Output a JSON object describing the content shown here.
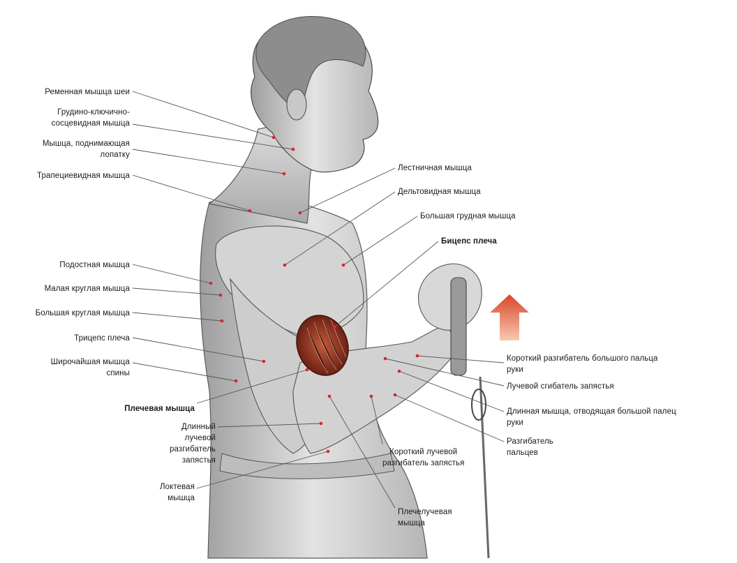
{
  "labels": {
    "splenius": [
      "Ременная мышца шеи"
    ],
    "sternocleidomastoid": [
      "Грудино-ключично-",
      "сосцевидная мышца"
    ],
    "levator_scapulae": [
      "Мышца, поднимающая",
      "лопатку"
    ],
    "trapezius": [
      "Трапециевидная мышца"
    ],
    "infraspinatus": [
      "Подостная мышца"
    ],
    "teres_minor": [
      "Малая круглая мышца"
    ],
    "teres_major": [
      "Большая круглая мышца"
    ],
    "triceps": [
      "Трицепс плеча"
    ],
    "latissimus": [
      "Широчайшая мышца",
      "спины"
    ],
    "brachialis": [
      "Плечевая мышца"
    ],
    "ext_carpi_radialis_longus": [
      "Длинный",
      "лучевой",
      "разгибатель",
      "запястья"
    ],
    "anconeus": [
      "Локтевая",
      "мышца"
    ],
    "scalene": [
      "Лестничная мышца"
    ],
    "deltoid": [
      "Дельтовидная мышца"
    ],
    "pectoralis_major": [
      "Большая грудная мышца"
    ],
    "biceps": [
      "Бицепс плеча"
    ],
    "ext_pollicis_brevis": [
      "Короткий разгибатель большого пальца",
      "руки"
    ],
    "flexor_carpi_radialis": [
      "Лучевой сгибатель запястья"
    ],
    "abductor_pollicis_longus": [
      "Длинная мышца, отводящая большой палец",
      "руки"
    ],
    "ext_digitorum": [
      "Разгибатель",
      "пальцев"
    ],
    "ext_carpi_radialis_brevis": [
      "Короткий лучевой",
      "разгибатель запястья"
    ],
    "brachioradialis": [
      "Плечелучевая",
      "мышца"
    ]
  },
  "colors": {
    "leader_line": "#555555",
    "marker_dot": "#d8232a",
    "arrow": "#e0603a",
    "figure_shade": "#c9c9c9",
    "biceps": "#7a2a1c"
  },
  "icons": {
    "arrow": "up-arrow-icon"
  }
}
